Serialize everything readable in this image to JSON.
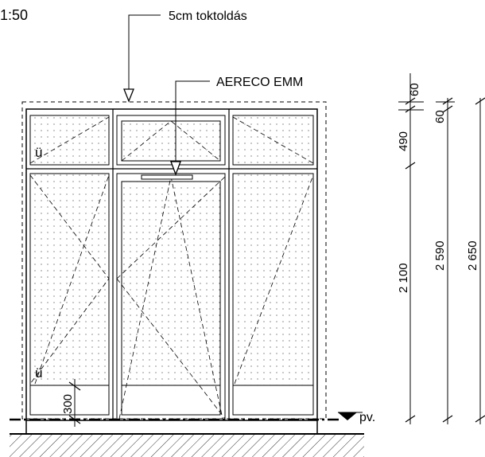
{
  "scale_label": "1:50",
  "callouts": {
    "extension": "5cm toktoldás",
    "vent": "AERECO EMM"
  },
  "tilt_marks": {
    "upper_left": "ü",
    "lower_left": "ü"
  },
  "floor_label": "pv.",
  "dimensions": {
    "sill": "300",
    "col1": {
      "top": "60",
      "upper": "490",
      "lower": "2 100"
    },
    "col2": {
      "top": "60",
      "total": "2 590"
    },
    "col3": {
      "total": "2 650"
    }
  }
}
